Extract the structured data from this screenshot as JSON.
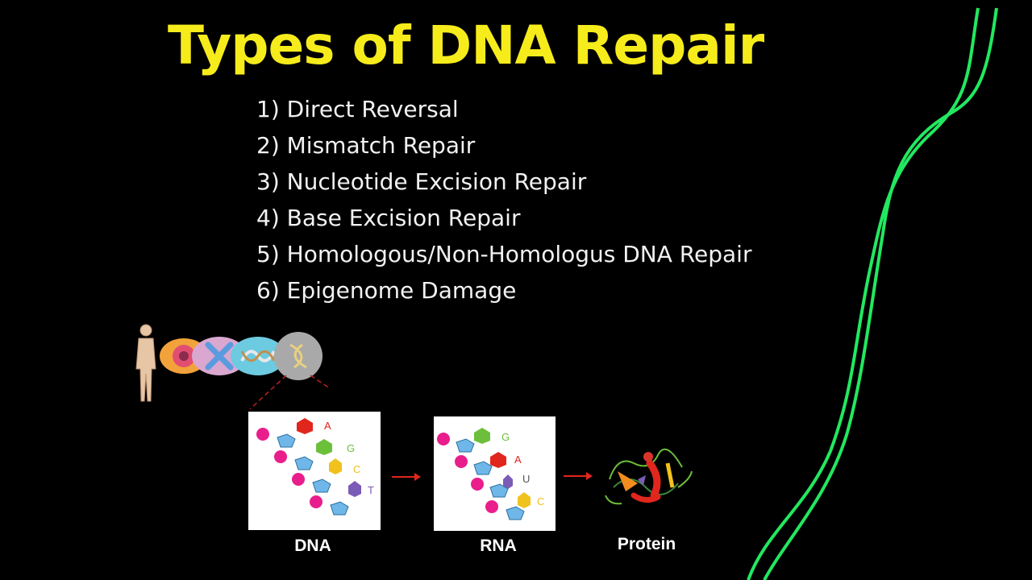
{
  "title": "Types of DNA Repair",
  "items": [
    "1) Direct Reversal",
    "2) Mismatch Repair",
    "3) Nucleotide Excision Repair",
    "4) Base Excision Repair",
    "5) Homologous/Non-Homologus DNA Repair",
    "6) Epigenome Damage"
  ],
  "diagram": {
    "dna_caption": "DNA",
    "rna_caption": "RNA",
    "protein_caption": "Protein",
    "dna_bases": [
      "A",
      "G",
      "C",
      "T"
    ],
    "rna_bases": [
      "G",
      "A",
      "U",
      "C"
    ],
    "colors": {
      "title": "#f7ec1b",
      "strand": "#22e860",
      "arrow": "#e0261d",
      "phosphate": "#e91e8c",
      "sugar": "#6fb7e8",
      "adenine": "#e0261d",
      "guanine": "#6cbf3a",
      "cytosine": "#f1c21b",
      "thymine": "#7a5bb5"
    }
  }
}
